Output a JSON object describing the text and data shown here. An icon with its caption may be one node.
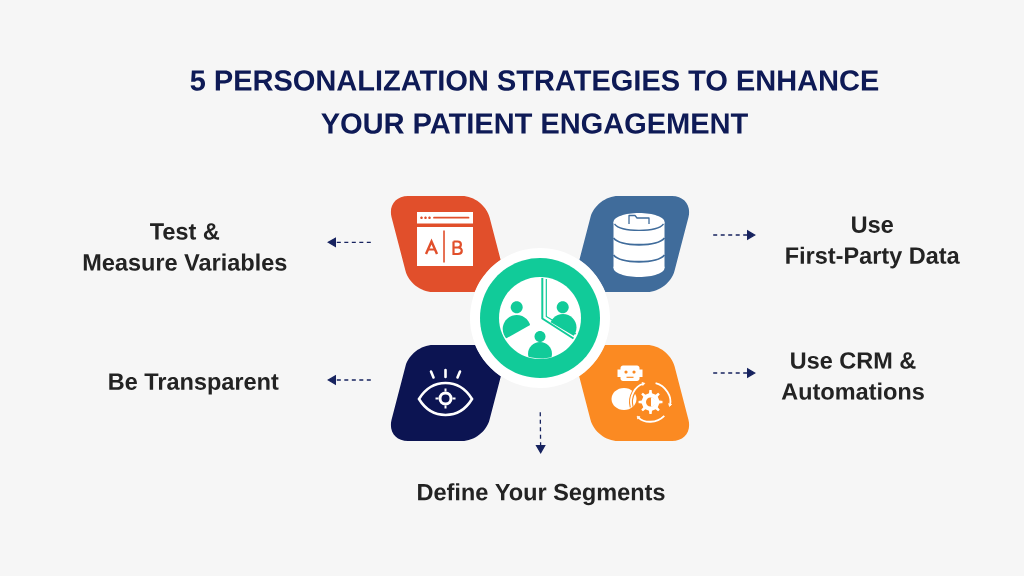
{
  "diagram": {
    "title": "5 PERSONALIZATION STRATEGIES TO ENHANCE YOUR PATIENT ENGAGEMENT",
    "nodes": [
      {
        "text": [
          "Test & Measure Variables"
        ]
      },
      {
        "text": [],
        "shape": "box"
      },
      {
        "text": [],
        "shape": "box"
      },
      {
        "text": [
          "Use First-Party Data"
        ]
      },
      {
        "text": [],
        "shape": "circle"
      },
      {
        "text": [
          "Be Transparent"
        ]
      },
      {
        "text": [],
        "shape": "box"
      },
      {
        "text": [],
        "shape": "box"
      },
      {
        "text": [
          "Use CRM & Automations"
        ]
      },
      {
        "text": [
          "Define Your Segments"
        ]
      }
    ],
    "edges": [
      {
        "from": 1,
        "to": 0,
        "arrow": "to",
        "style": "dashed"
      },
      {
        "from": 2,
        "to": 3,
        "arrow": "to",
        "style": "dashed"
      },
      {
        "from": 6,
        "to": 5,
        "arrow": "to",
        "style": "dashed"
      },
      {
        "from": 7,
        "to": 8,
        "arrow": "to",
        "style": "dashed"
      },
      {
        "from": 4,
        "to": 9,
        "arrow": "to",
        "style": "dashed"
      }
    ]
  }
}
